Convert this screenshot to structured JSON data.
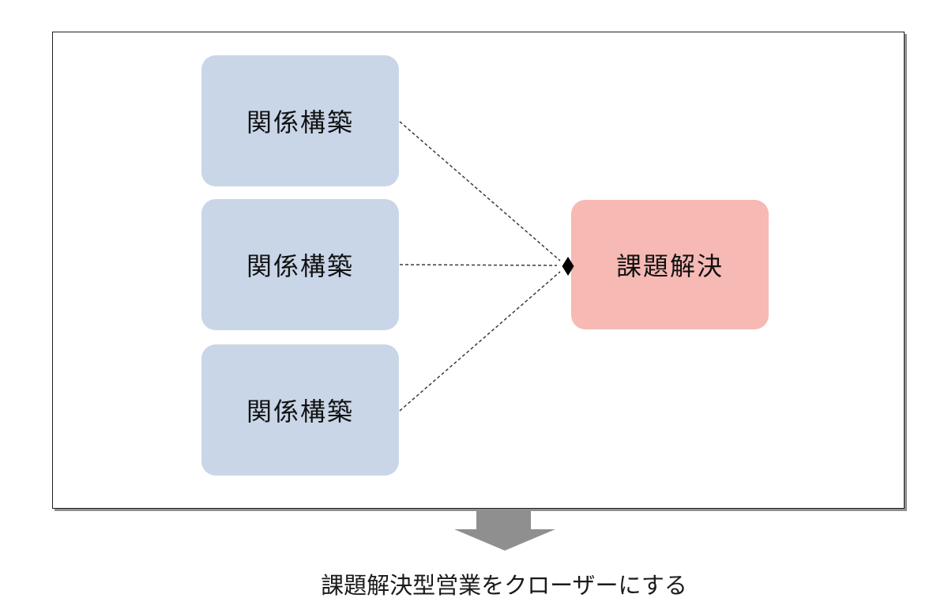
{
  "diagram": {
    "source_boxes": [
      {
        "label": "関係構築"
      },
      {
        "label": "関係構築"
      },
      {
        "label": "関係構築"
      }
    ],
    "target_box": {
      "label": "課題解決"
    },
    "caption": "課題解決型営業をクローザーにする",
    "colors": {
      "source_box_fill": "#c9d6e8",
      "target_box_fill": "#f6b9b4",
      "connector_stroke": "#3a3a3a",
      "arrowhead_fill": "#000000",
      "down_arrow_fill": "#8f8f8f",
      "frame_border": "#1f1f1f",
      "frame_shadow": "#909090",
      "label_text": "#111111",
      "caption_text": "#1a1a1a",
      "background": "#ffffff"
    }
  }
}
